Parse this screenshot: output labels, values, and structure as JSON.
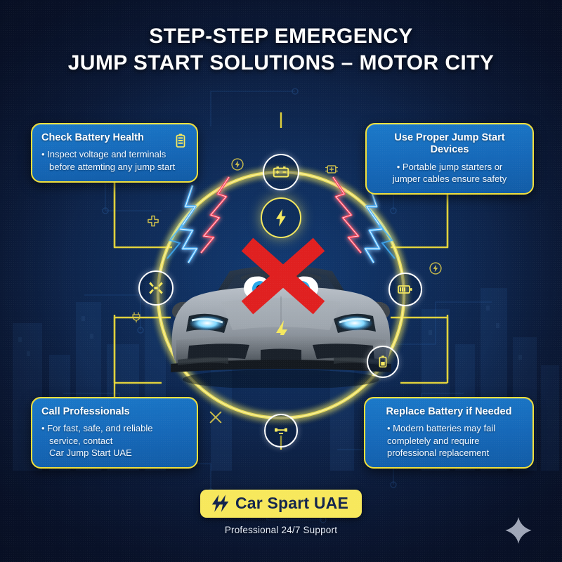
{
  "theme": {
    "bg_navy": "#0d1b38",
    "bg_mid_blue": "#123a72",
    "card_blue": "#1668b8",
    "accent_yellow": "#f2e03a",
    "badge_yellow": "#f7e85c",
    "white": "#ffffff",
    "bolt_red": "#e8213c",
    "bolt_blue": "#3fa9ff",
    "x_red": "#e02020"
  },
  "header": {
    "title_line1": "STEP-STEP EMERGENCY",
    "title_line2": "JUMP START SOLUTIONS – MOTOR CITY"
  },
  "cards": [
    {
      "id": "check-battery-health",
      "position": "top-left",
      "title": "Check Battery Health",
      "icon": "battery-icon",
      "align": "left",
      "lines": [
        "• Inspect voltage and terminals",
        "before attemting any jump start"
      ]
    },
    {
      "id": "use-proper-jump-start-devices",
      "position": "top-right",
      "title": "Use Proper Jump Start Devices",
      "icon": "",
      "align": "center",
      "lines": [
        "• Portable jump starters or",
        "jumper cables ensure safety"
      ]
    },
    {
      "id": "call-professionals",
      "position": "bottom-left",
      "title": "Call Professionals",
      "icon": "",
      "align": "left",
      "lines": [
        "• For fast, safe, and reliable",
        "service, contact",
        "Car Jump Start UAE"
      ]
    },
    {
      "id": "replace-battery-if-needed",
      "position": "bottom-right",
      "title": "Replace Battery if Needed",
      "icon": "",
      "align": "center",
      "lines": [
        "• Modern batteries may fail",
        "completely and require",
        "professional replacement"
      ]
    }
  ],
  "center": {
    "hero_icon": "lightning-bolt-in-circle-icon",
    "car": "sports-car-front-with-eyes-illustration",
    "overlay": "red-x-mark",
    "effects": [
      "red-lightning-left",
      "red-lightning-right",
      "blue-lightning-left",
      "blue-lightning-right"
    ]
  },
  "ring_icons": [
    {
      "name": "car-battery-icon",
      "label": "battery"
    },
    {
      "name": "battery-charge-icon",
      "label": "charge"
    },
    {
      "name": "battery-vertical-icon",
      "label": "battery-level"
    },
    {
      "name": "car-bumper-icon",
      "label": "bumper"
    },
    {
      "name": "wrench-tools-icon",
      "label": "tools"
    }
  ],
  "floating_icons": [
    {
      "name": "bolt-circle-icon"
    },
    {
      "name": "bolt-circle-icon"
    },
    {
      "name": "plug-icon"
    },
    {
      "name": "plus-cross-icon"
    },
    {
      "name": "jumper-clamp-icon"
    },
    {
      "name": "spark-cross-icon"
    }
  ],
  "footer": {
    "brand": "Car Spart UAE",
    "brand_icon": "double-lightning-bolt-icon",
    "tagline": "Professional 24/7 Support",
    "decoration": "sparkle-star"
  }
}
